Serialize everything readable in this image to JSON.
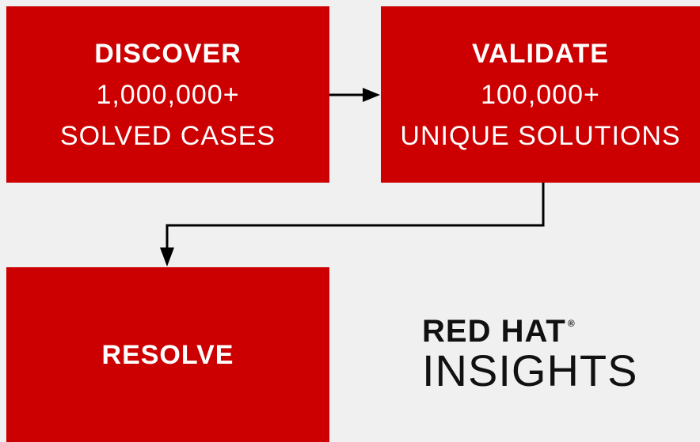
{
  "diagram": {
    "steps": [
      {
        "title": "DISCOVER",
        "lines": [
          "1,000,000+",
          "SOLVED CASES"
        ]
      },
      {
        "title": "VALIDATE",
        "lines": [
          "100,000+",
          "UNIQUE SOLUTIONS"
        ]
      },
      {
        "title": "RESOLVE",
        "lines": []
      }
    ],
    "colors": {
      "box": "#cc0000",
      "text": "#ffffff",
      "background": "#f0f0f0",
      "arrow": "#000000"
    }
  },
  "logo": {
    "brand": "RED HAT",
    "registered": "®",
    "product": "INSIGHTS"
  }
}
